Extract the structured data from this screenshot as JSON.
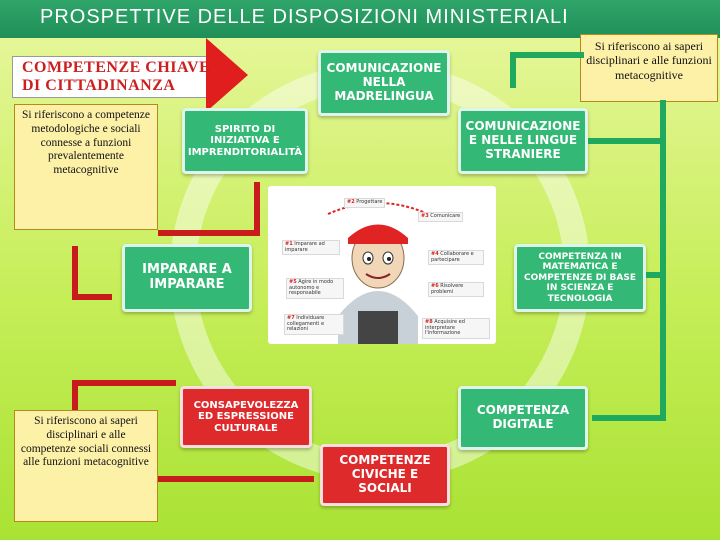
{
  "header": {
    "title": "PROSPETTIVE  DELLE  DISPOSIZIONI MINISTERIALI"
  },
  "key_competences_banner": {
    "line1": "COMPETENZE  CHIAVE",
    "line2": "DI  CITTADINANZA"
  },
  "competences": {
    "madrelingua": "Comunicazione nella madrelingua",
    "lingue_straniere": "Comunicazione e nelle lingue straniere",
    "matematica": "Competenza in matematica e competenze di base in scienza e tecnologia",
    "digitale": "Competenza digitale",
    "civiche": "Competenze civiche e sociali",
    "consapevolezza": "Consapevolezza ed espressione culturale",
    "imparare": "Imparare a imparare",
    "iniziativa": "Spirito di iniziativa e imprenditorialità"
  },
  "notes": {
    "top_right": "Si riferiscono ai saperi disciplinari e alle funzioni metacognitive",
    "left_top": "Si riferiscono a competenze metodologiche e sociali connesse a funzioni prevalentemente metacognitive",
    "left_bottom": "Si riferiscono ai saperi disciplinari e alle competenze sociali connessi alle funzioni metacognitive"
  },
  "infographic": {
    "items": [
      {
        "num": "#2",
        "label": "Progettare"
      },
      {
        "num": "#3",
        "label": "Comunicare"
      },
      {
        "num": "#1",
        "label": "Imparare ad imparare"
      },
      {
        "num": "#4",
        "label": "Collaborare e partecipare"
      },
      {
        "num": "#6",
        "label": "Risolvere problemi"
      },
      {
        "num": "#5",
        "label": "Agire in modo autonomo e responsabile"
      },
      {
        "num": "#7",
        "label": "Individuare collegamenti e relazioni"
      },
      {
        "num": "#8",
        "label": "Acquisire ed interpretare l'informazione"
      }
    ]
  },
  "colors": {
    "green": "#33b876",
    "red": "#df2a2c",
    "note": "#fdf1a8",
    "accent_line": "#1ea95f"
  }
}
